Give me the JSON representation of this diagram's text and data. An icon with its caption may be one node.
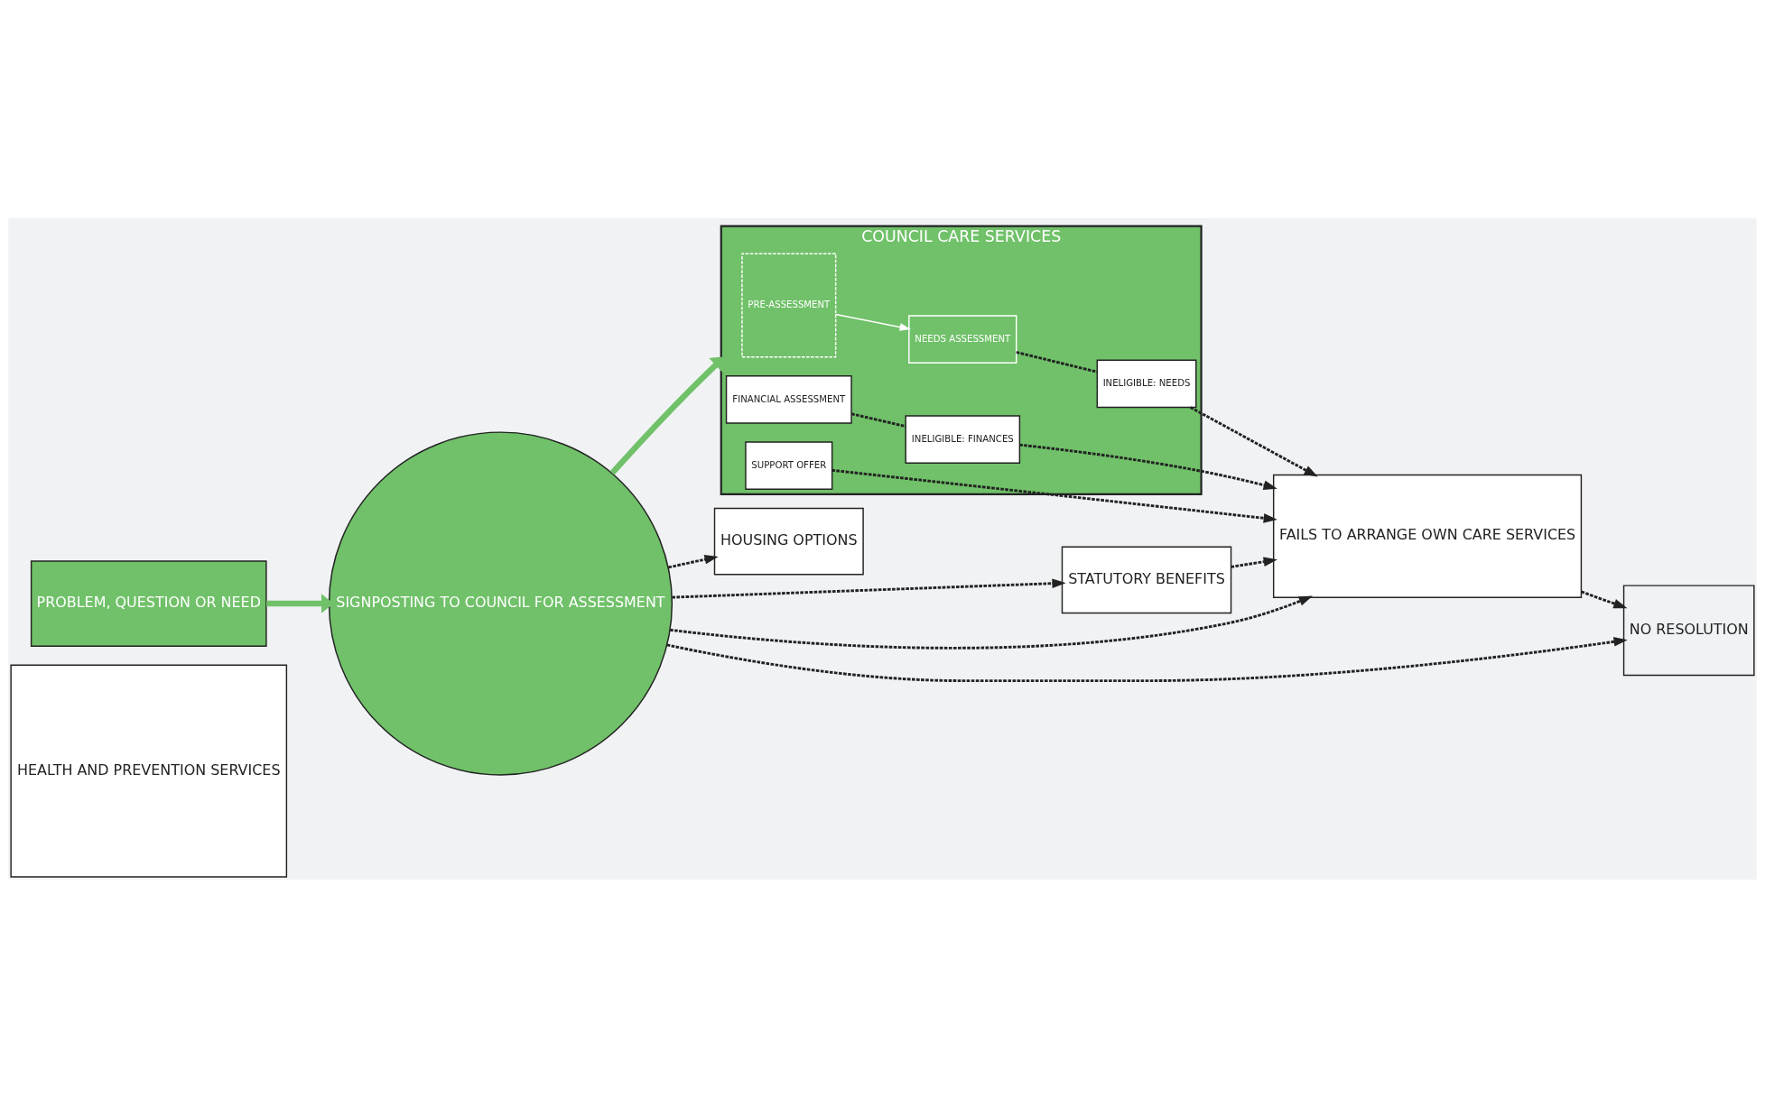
{
  "diagram": {
    "nodes": [
      {
        "text": [
          "HEALTH AND PREVENTION SERVICES"
        ]
      },
      {
        "text": [
          "PROBLEM, QUESTION OR NEED"
        ]
      },
      {
        "text": [
          "SIGNPOSTING TO COUNCIL FOR ASSESSMENT"
        ]
      },
      {
        "text": [
          "COUNCIL CARE SERVICES"
        ]
      },
      {
        "text": [
          "PRE-ASSESSMENT"
        ],
        "in": 3
      },
      {
        "text": [
          "NEEDS ASSESSMENT"
        ],
        "in": 3
      },
      {
        "text": [
          "FINANCIAL ASSESSMENT"
        ],
        "in": 3
      },
      {
        "text": [
          "SUPPORT OFFER"
        ],
        "in": 3
      },
      {
        "text": [
          "INELIGIBLE: NEEDS"
        ],
        "in": 3
      },
      {
        "text": [
          "INELIGIBLE: FINANCES"
        ],
        "in": 3
      },
      {
        "text": [
          "HOUSING OPTIONS"
        ]
      },
      {
        "text": [
          "STATUTORY BENEFITS"
        ]
      },
      {
        "text": [
          "FAILS TO ARRANGE OWN CARE SERVICES"
        ]
      },
      {
        "text": [
          "NO RESOLUTION"
        ]
      }
    ],
    "edges": [
      {
        "from": 1,
        "to": 2,
        "arrow": "to",
        "style": "thick",
        "color": "#70c169"
      },
      {
        "from": 2,
        "to": 3,
        "arrow": "to",
        "style": "thick",
        "color": "#70c169"
      },
      {
        "from": 4,
        "to": 5,
        "arrow": "to",
        "color": "#ffffff"
      },
      {
        "from": 2,
        "to": 10,
        "arrow": "to",
        "style": "dashed"
      },
      {
        "from": 2,
        "to": 11,
        "arrow": "to",
        "style": "dashed"
      },
      {
        "from": 2,
        "to": 12,
        "arrow": "to",
        "style": "dashed"
      },
      {
        "from": 2,
        "to": 13,
        "arrow": "to",
        "style": "dashed"
      },
      {
        "from": 5,
        "to": 8,
        "arrow": "none",
        "style": "dashed"
      },
      {
        "from": 6,
        "to": 9,
        "arrow": "none",
        "style": "dashed"
      },
      {
        "from": 11,
        "to": 12,
        "arrow": "to",
        "style": "dashed"
      },
      {
        "from": 8,
        "to": 12,
        "arrow": "to",
        "style": "dashed"
      },
      {
        "from": 9,
        "to": 12,
        "arrow": "to",
        "style": "dashed"
      },
      {
        "from": 7,
        "to": 12,
        "arrow": "to",
        "style": "dashed"
      },
      {
        "from": 12,
        "to": 13,
        "arrow": "to",
        "style": "dashed"
      }
    ]
  }
}
